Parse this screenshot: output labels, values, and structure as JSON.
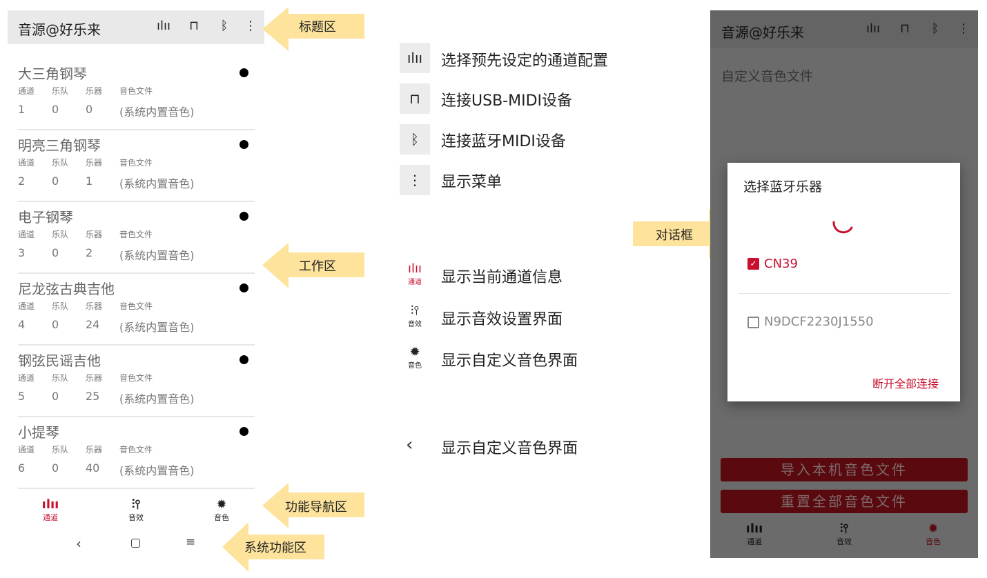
{
  "app": {
    "title": "音源@好乐来",
    "icons": [
      "channel-config-icon",
      "usb-icon",
      "bluetooth-icon",
      "more-vert-icon"
    ]
  },
  "list_headers": {
    "channel": "通道",
    "band": "乐队",
    "instrument": "乐器",
    "file": "音色文件"
  },
  "instruments": [
    {
      "name": "大三角钢琴",
      "channel": "1",
      "band": "0",
      "instrument": "0",
      "file": "(系统内置音色)"
    },
    {
      "name": "明亮三角钢琴",
      "channel": "2",
      "band": "0",
      "instrument": "1",
      "file": "(系统内置音色)"
    },
    {
      "name": "电子钢琴",
      "channel": "3",
      "band": "0",
      "instrument": "2",
      "file": "(系统内置音色)"
    },
    {
      "name": "尼龙弦古典吉他",
      "channel": "4",
      "band": "0",
      "instrument": "24",
      "file": "(系统内置音色)"
    },
    {
      "name": "钢弦民谣吉他",
      "channel": "5",
      "band": "0",
      "instrument": "25",
      "file": "(系统内置音色)"
    },
    {
      "name": "小提琴",
      "channel": "6",
      "band": "0",
      "instrument": "40",
      "file": "(系统内置音色)"
    }
  ],
  "bottom_nav": [
    {
      "label": "通道",
      "active": true
    },
    {
      "label": "音效",
      "active": false
    },
    {
      "label": "音色",
      "active": false
    }
  ],
  "callouts": {
    "title": "标题区",
    "work": "工作区",
    "nav": "功能导航区",
    "system": "系统功能区",
    "dialog": "对话框"
  },
  "legend": [
    "选择预先设定的通道配置",
    "连接USB-MIDI设备",
    "连接蓝牙MIDI设备",
    "显示菜单",
    "显示当前通道信息",
    "显示音效设置界面",
    "显示自定义音色界面",
    "显示自定义音色界面"
  ],
  "right": {
    "page_title": "自定义音色文件",
    "dialog": {
      "title": "选择蓝牙乐器",
      "devices": [
        {
          "name": "CN39",
          "checked": true
        },
        {
          "name": "N9DCF2230J1550",
          "checked": false
        }
      ],
      "action": "断开全部连接"
    },
    "buttons": [
      "导入本机音色文件",
      "重置全部音色文件"
    ],
    "bottom_nav": [
      {
        "label": "通道",
        "active": false
      },
      {
        "label": "音效",
        "active": false
      },
      {
        "label": "音色",
        "active": true
      }
    ]
  },
  "colors": {
    "accent": "#c8102e",
    "callout": "#fde39c"
  }
}
